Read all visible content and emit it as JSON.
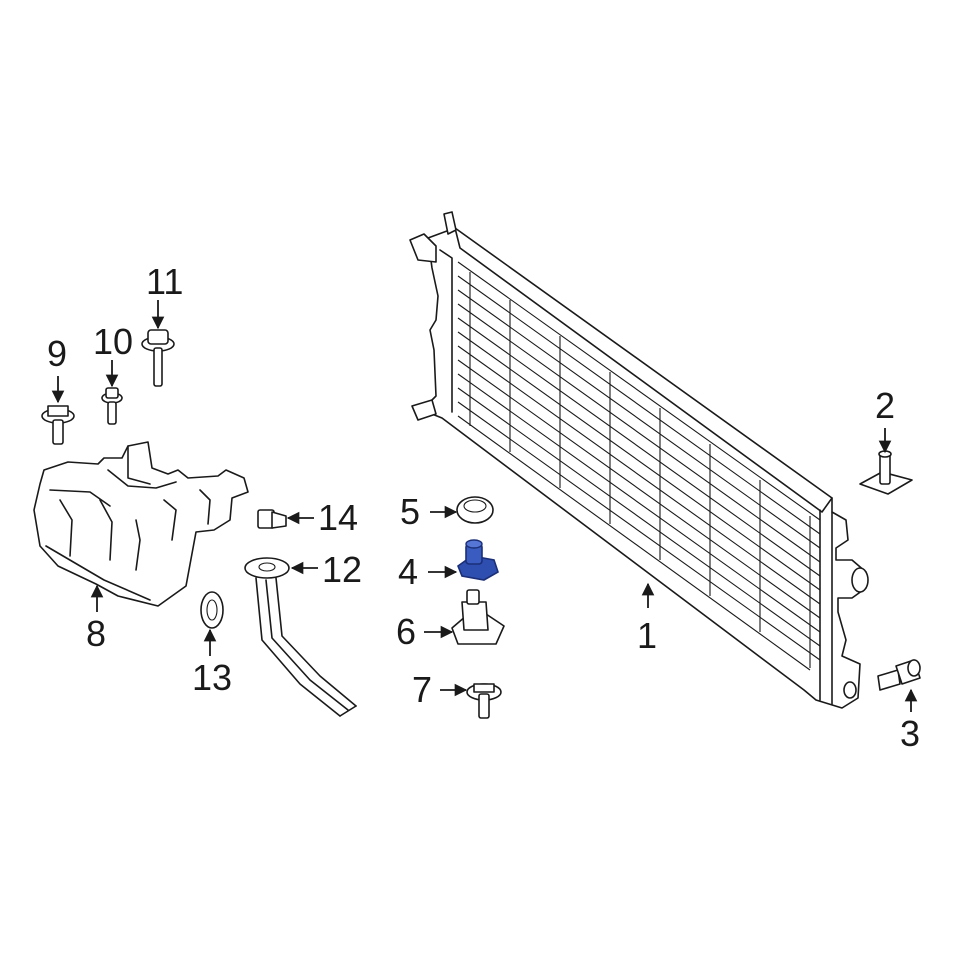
{
  "colors": {
    "line": "#1a1a1a",
    "background": "#ffffff",
    "highlight": "#2f4fb0",
    "highlight_dark": "#1b2f78"
  },
  "callouts": [
    {
      "id": "1",
      "label": "1",
      "part": "radiator"
    },
    {
      "id": "2",
      "label": "2",
      "part": "upper-bracket-bolt"
    },
    {
      "id": "3",
      "label": "3",
      "part": "side-bolt"
    },
    {
      "id": "4",
      "label": "4",
      "part": "mount-insulator",
      "highlighted": true
    },
    {
      "id": "5",
      "label": "5",
      "part": "cap-washer"
    },
    {
      "id": "6",
      "label": "6",
      "part": "lower-mount-bracket"
    },
    {
      "id": "7",
      "label": "7",
      "part": "flange-bolt"
    },
    {
      "id": "8",
      "label": "8",
      "part": "coolant-reservoir"
    },
    {
      "id": "9",
      "label": "9",
      "part": "reservoir-bolt"
    },
    {
      "id": "10",
      "label": "10",
      "part": "small-bolt"
    },
    {
      "id": "11",
      "label": "11",
      "part": "stud-bolt"
    },
    {
      "id": "12",
      "label": "12",
      "part": "overflow-hose"
    },
    {
      "id": "13",
      "label": "13",
      "part": "seal-ring"
    },
    {
      "id": "14",
      "label": "14",
      "part": "level-sensor"
    }
  ]
}
